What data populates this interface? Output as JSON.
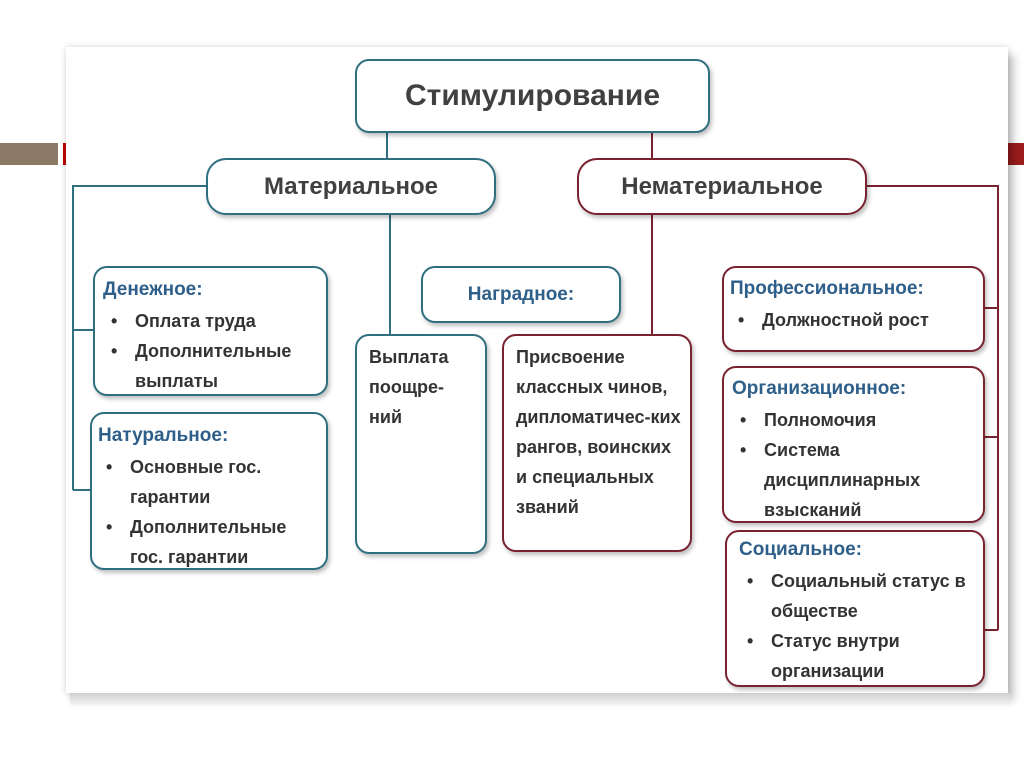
{
  "root": "Стимулирование",
  "branches": {
    "material": "Материальное",
    "nonmaterial": "Нематериальное"
  },
  "nodes": {
    "monetary": {
      "title": "Денежное:",
      "items": [
        "Оплата труда",
        "Дополнительные выплаты"
      ]
    },
    "natural": {
      "title": "Натуральное:",
      "items": [
        "Основные гос. гарантии",
        "Дополнительные гос. гарантии"
      ]
    },
    "bonus_payment": "Выплата поощре-ний",
    "award": "Наградное:",
    "award_detail": "Присвоение классных чинов, дипломатичес-ких рангов, воинских и специальных званий",
    "professional": {
      "title": "Профессиональное:",
      "items": [
        "Должностной рост"
      ]
    },
    "organizational": {
      "title": "Организационное:",
      "items": [
        "Полномочия",
        "Система дисциплинарных взысканий"
      ]
    },
    "social": {
      "title": "Социальное:",
      "items": [
        "Социальный статус в обществе",
        "Статус внутри организации"
      ]
    }
  },
  "colors": {
    "material_line": "#2f6f7f",
    "nonmaterial_line": "#7a2330",
    "heading_text": "#2e5f8a",
    "body_text": "#333333"
  }
}
